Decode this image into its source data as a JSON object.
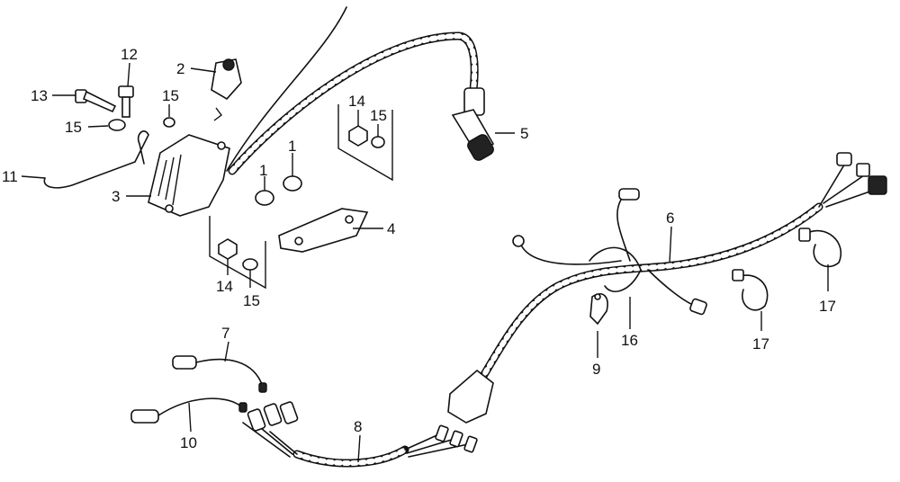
{
  "callouts": {
    "c1a": "1",
    "c1b": "1",
    "c2": "2",
    "c3": "3",
    "c4": "4",
    "c5": "5",
    "c6": "6",
    "c7": "7",
    "c8": "8",
    "c9": "9",
    "c10": "10",
    "c11": "11",
    "c12": "12",
    "c13": "13",
    "c14a": "14",
    "c14b": "14",
    "c15a": "15",
    "c15b": "15",
    "c15c": "15",
    "c15d": "15",
    "c16": "16",
    "c17a": "17",
    "c17b": "17"
  }
}
